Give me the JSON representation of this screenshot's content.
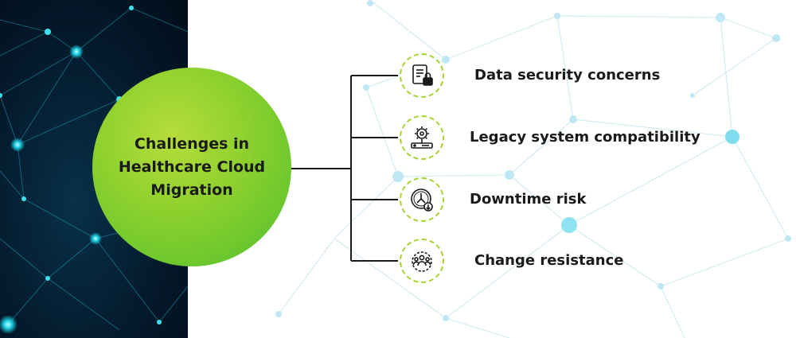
{
  "center": {
    "title": "Challenges in Healthcare Cloud Migration"
  },
  "items": [
    {
      "label": "Data security concerns",
      "icon": "document-lock-icon"
    },
    {
      "label": "Legacy system compatibility",
      "icon": "gear-server-icon"
    },
    {
      "label": "Downtime risk",
      "icon": "clock-download-icon"
    },
    {
      "label": "Change resistance",
      "icon": "people-gear-icon"
    }
  ],
  "colors": {
    "left_panel": "#041a2c",
    "node_glow": "#1fd3e6",
    "circle_light": "#b6dd3a",
    "circle_dark": "#4fbf2f",
    "badge_border": "#a6d330",
    "connector": "#1a1a1a",
    "text": "#1a1a1a"
  }
}
